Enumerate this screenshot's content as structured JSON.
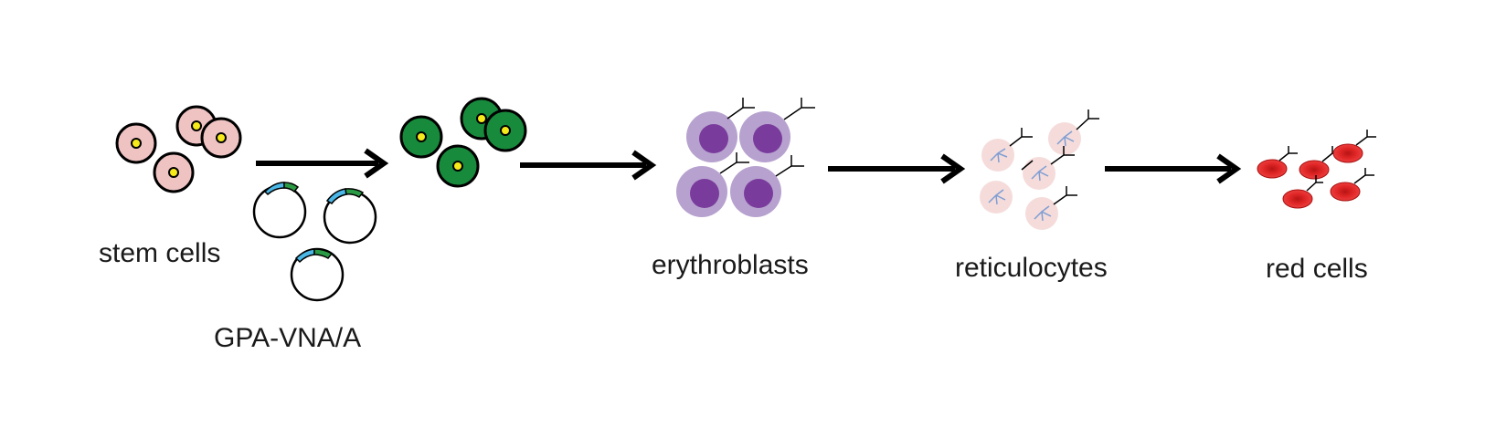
{
  "labels": {
    "stem_cells": "stem cells",
    "plasmid": "GPA-VNA/A",
    "erythroblasts": "erythroblasts",
    "reticulocytes": "reticulocytes",
    "red_cells": "red cells"
  },
  "colors": {
    "stem_cell_fill": "#f0c3c3",
    "nucleus_dot": "#f6ea1a",
    "transduced_cell_fill": "#178a3c",
    "erythroblast_outer": "#b7a2cf",
    "erythroblast_nucleus": "#7a3c9c",
    "reticulocyte_fill": "#f5dcdb",
    "reticulum_lines": "#7f9ed3",
    "red_cell_fill": "#e02626",
    "plasmid_blue": "#4bb7e6",
    "plasmid_green": "#2b9a45",
    "arrow": "#000000"
  }
}
